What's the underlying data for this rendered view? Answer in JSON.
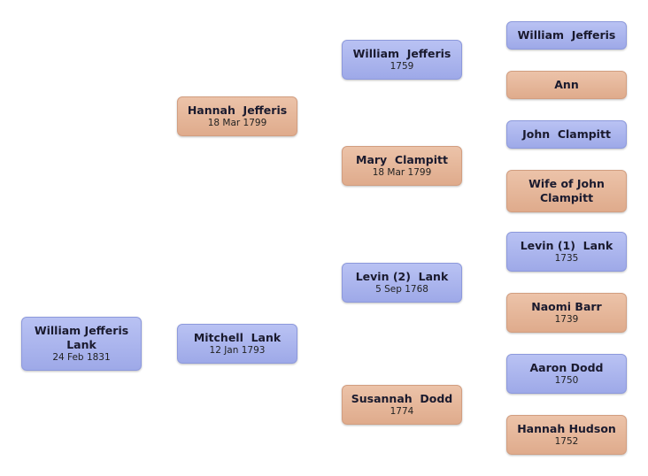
{
  "people": {
    "root": {
      "name": "William Jefferis\nLank",
      "date": "24 Feb 1831"
    },
    "father": {
      "name": "Mitchell  Lank",
      "date": "12 Jan 1793"
    },
    "mother": {
      "name": "Hannah  Jefferis",
      "date": "18 Mar 1799"
    },
    "mother_father": {
      "name": "William  Jefferis",
      "date": "1759"
    },
    "mother_mother": {
      "name": "Mary  Clampitt",
      "date": "18 Mar 1799"
    },
    "father_father": {
      "name": "Levin (2)  Lank",
      "date": "5 Sep 1768"
    },
    "father_mother": {
      "name": "Susannah  Dodd",
      "date": "1774"
    },
    "mm_father_father": {
      "name": "William  Jefferis",
      "date": ""
    },
    "mm_father_mother": {
      "name": "Ann",
      "date": ""
    },
    "mm_mother_father": {
      "name": "John  Clampitt",
      "date": ""
    },
    "mm_mother_mother": {
      "name": "Wife of John\nClampitt",
      "date": ""
    },
    "ff_father_father": {
      "name": "Levin (1)  Lank",
      "date": "1735"
    },
    "ff_father_mother": {
      "name": "Naomi Barr",
      "date": "1739"
    },
    "ff_mother_father": {
      "name": "Aaron Dodd",
      "date": "1750"
    },
    "ff_mother_mother": {
      "name": "Hannah Hudson",
      "date": "1752"
    }
  }
}
